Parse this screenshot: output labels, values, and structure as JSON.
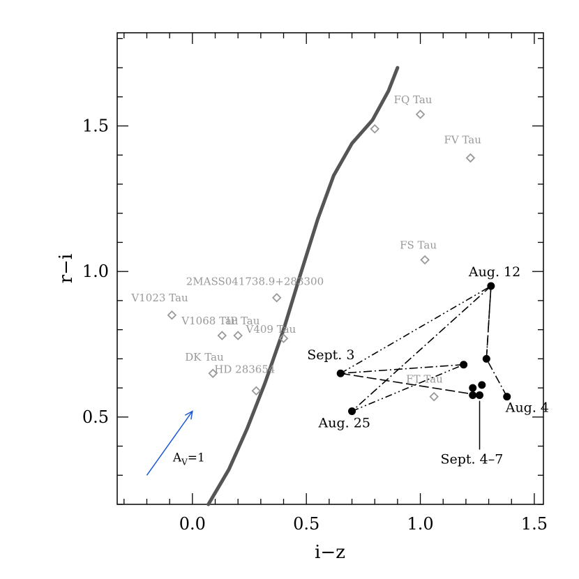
{
  "chart_data": {
    "type": "scatter",
    "xlabel": "i−z",
    "ylabel": "r−i",
    "xlim": [
      -0.33,
      1.54
    ],
    "ylim": [
      0.2,
      1.82
    ],
    "x_ticks": [
      "0.0",
      "0.5",
      "1.0",
      "1.5"
    ],
    "y_ticks": [
      "0.5",
      "1.0",
      "1.5"
    ],
    "grid": false,
    "colors": {
      "axes": "#000000",
      "stars": "#999999",
      "sequence": "#555555",
      "epochs": "#000000",
      "vector": "#1a56d6"
    },
    "sequence_curve": [
      {
        "x": 0.07,
        "y": 0.2
      },
      {
        "x": 0.16,
        "y": 0.32
      },
      {
        "x": 0.24,
        "y": 0.46
      },
      {
        "x": 0.32,
        "y": 0.62
      },
      {
        "x": 0.4,
        "y": 0.8
      },
      {
        "x": 0.47,
        "y": 0.98
      },
      {
        "x": 0.55,
        "y": 1.18
      },
      {
        "x": 0.62,
        "y": 1.33
      },
      {
        "x": 0.7,
        "y": 1.44
      },
      {
        "x": 0.79,
        "y": 1.52
      },
      {
        "x": 0.86,
        "y": 1.62
      },
      {
        "x": 0.9,
        "y": 1.7
      }
    ],
    "stars": [
      {
        "name": "FQ Tau",
        "x": 1.0,
        "y": 1.54
      },
      {
        "name": "FV Tau",
        "x": 1.22,
        "y": 1.39
      },
      {
        "name": "",
        "x": 0.8,
        "y": 1.49
      },
      {
        "name": "FS Tau",
        "x": 1.02,
        "y": 1.04
      },
      {
        "name": "2MASS041738.9+283300",
        "x": 0.37,
        "y": 0.91
      },
      {
        "name": "V1023 Tau",
        "x": -0.09,
        "y": 0.85
      },
      {
        "name": "V1068 Tau",
        "x": 0.13,
        "y": 0.78
      },
      {
        "name": "IP Tau",
        "x": 0.2,
        "y": 0.78
      },
      {
        "name": "V409 Tau",
        "x": 0.4,
        "y": 0.77
      },
      {
        "name": "DK Tau",
        "x": 0.09,
        "y": 0.65
      },
      {
        "name": "HD 283654",
        "x": 0.28,
        "y": 0.59
      },
      {
        "name": "FT Tau",
        "x": 1.06,
        "y": 0.57
      }
    ],
    "epochs": [
      {
        "name": "Aug. 4",
        "x": 1.38,
        "y": 0.57
      },
      {
        "name": "",
        "x": 1.29,
        "y": 0.7
      },
      {
        "name": "Aug. 12",
        "x": 1.31,
        "y": 0.95
      },
      {
        "name": "Aug. 25",
        "x": 0.7,
        "y": 0.52
      },
      {
        "name": "",
        "x": 1.19,
        "y": 0.68
      },
      {
        "name": "Sept. 3",
        "x": 0.65,
        "y": 0.65
      },
      {
        "name": "Sept. 4–7",
        "x": 1.26,
        "y": 0.575
      },
      {
        "name": "",
        "x": 1.23,
        "y": 0.6
      },
      {
        "name": "",
        "x": 1.27,
        "y": 0.61
      },
      {
        "name": "",
        "x": 1.23,
        "y": 0.575
      }
    ],
    "epoch_connections": [
      {
        "from": 0,
        "to": 1,
        "style": "dash-dot"
      },
      {
        "from": 1,
        "to": 2,
        "style": "dash-dot"
      },
      {
        "from": 2,
        "to": 3,
        "style": "dash-dot"
      },
      {
        "from": 3,
        "to": 4,
        "style": "dash-dot-dot"
      },
      {
        "from": 4,
        "to": 5,
        "style": "dash-dot"
      },
      {
        "from": 5,
        "to": 6,
        "style": "long-dash"
      },
      {
        "from": 5,
        "to": 2,
        "style": "dash-dot-dot"
      },
      {
        "from": 1,
        "to": 2,
        "style": "long-dash"
      }
    ],
    "reddening_vector": {
      "label_main": "A",
      "label_sub": "V",
      "label_tail": "=1",
      "x0": -0.2,
      "y0": 0.3,
      "x1": 0.0,
      "y1": 0.52
    }
  }
}
